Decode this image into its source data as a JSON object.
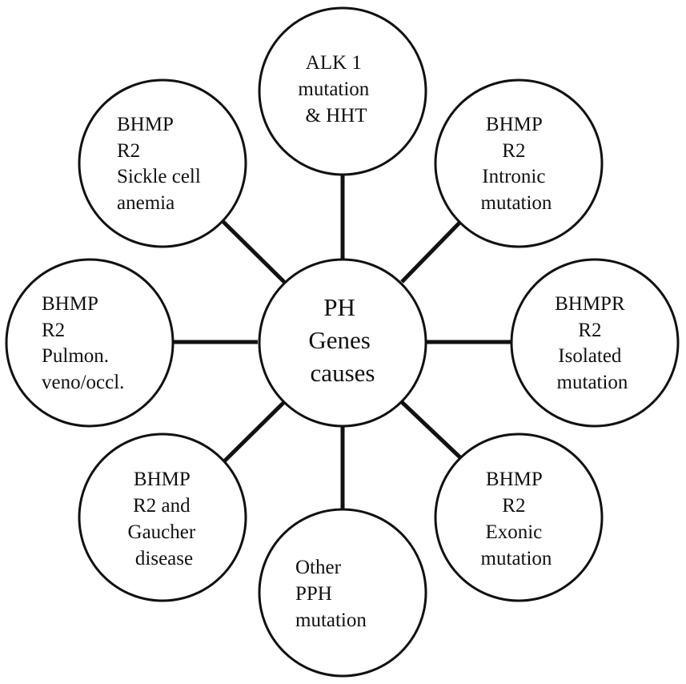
{
  "center": {
    "lines": [
      "PH",
      "Genes",
      "causes"
    ]
  },
  "nodes": [
    {
      "id": "top",
      "lines": [
        "ALK 1",
        "mutation",
        "& HHT"
      ]
    },
    {
      "id": "top-right",
      "lines": [
        "BHMP",
        "R2",
        "Intronic",
        "mutation"
      ]
    },
    {
      "id": "right",
      "lines": [
        "BHMPR",
        "R2",
        "Isolated",
        "mutation"
      ]
    },
    {
      "id": "bottom-right",
      "lines": [
        "BHMP",
        "R2",
        "Exonic",
        "mutation"
      ]
    },
    {
      "id": "bottom",
      "lines": [
        "Other",
        "PPH",
        "mutation"
      ]
    },
    {
      "id": "bottom-left",
      "lines": [
        "BHMP",
        "R2 and",
        "Gaucher",
        "disease"
      ]
    },
    {
      "id": "left",
      "lines": [
        "BHMP",
        "R2",
        "Pulmon.",
        "veno/occl."
      ]
    },
    {
      "id": "top-left",
      "lines": [
        "BHMP",
        "R2",
        "Sickle cell",
        "anemia"
      ]
    }
  ]
}
